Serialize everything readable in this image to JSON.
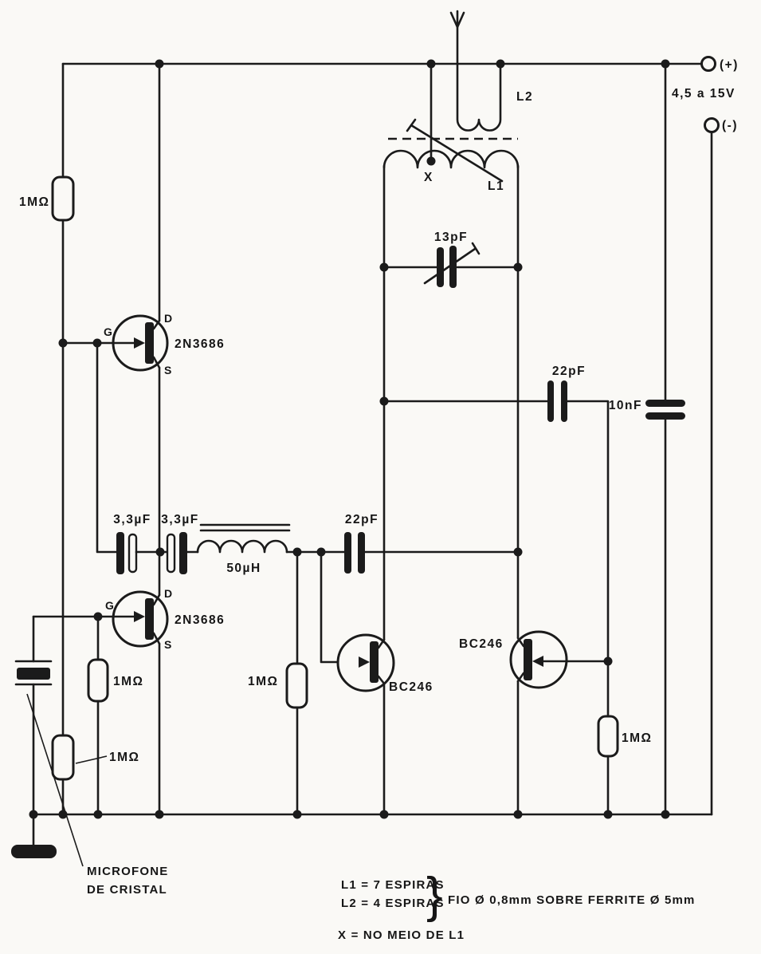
{
  "power": {
    "positive": "(+)",
    "negative": "(-)",
    "voltage_range": "4,5 a 15V"
  },
  "transistors": {
    "q1": "2N3686",
    "q2": "2N3686",
    "q3": "BC246",
    "q4": "BC246"
  },
  "pins": {
    "gate": "G",
    "drain": "D",
    "source": "S",
    "tap": "X"
  },
  "resistors": {
    "r1": "1MΩ",
    "r2": "1MΩ",
    "r3": "1MΩ",
    "r4": "1MΩ",
    "r5": "1MΩ"
  },
  "capacitors": {
    "c1": "3,3µF",
    "c2": "3,3µF",
    "c3": "13pF",
    "c4": "22pF",
    "c5": "22pF",
    "c6": "10nF"
  },
  "inductors": {
    "l1": "L1",
    "l2": "L2",
    "choke": "50µH"
  },
  "microphone": {
    "line1": "MICROFONE",
    "line2": "DE CRISTAL"
  },
  "notes": {
    "l1_spec": "L1 = 7 ESPIRAS",
    "l2_spec": "L2 = 4 ESPIRAS",
    "brace": "}",
    "wire_spec": "FIO Ø 0,8mm  SOBRE FERRITE Ø 5mm",
    "tap_note": "X = NO MEIO DE L1"
  },
  "colors": {
    "ink": "#1b1b1b",
    "paper": "#faf9f6"
  }
}
